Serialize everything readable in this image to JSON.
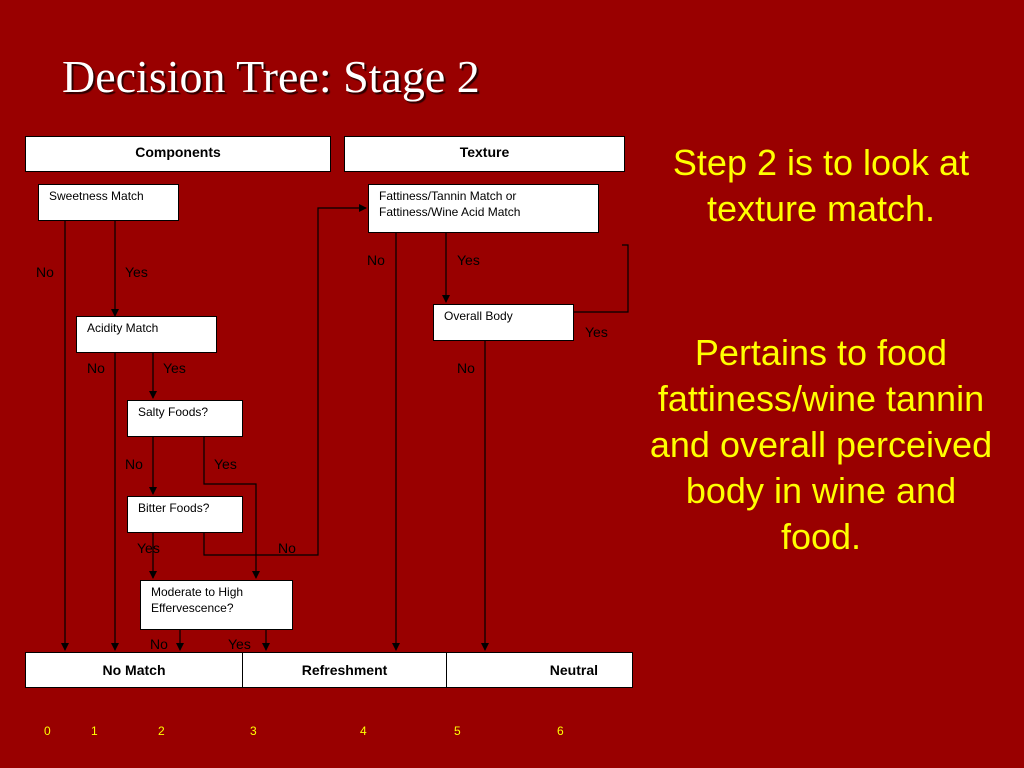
{
  "title": "Decision Tree: Stage 2",
  "headers": {
    "components": "Components",
    "texture": "Texture"
  },
  "nodes": {
    "sweetness": "Sweetness Match",
    "fattiness_line1": "Fattiness/Tannin Match or",
    "fattiness_line2": "Fattiness/Wine Acid Match",
    "acidity": "Acidity Match",
    "overall_body": "Overall Body",
    "salty": "Salty Foods?",
    "bitter": "Bitter Foods?",
    "effervescence_line1": "Moderate to High",
    "effervescence_line2": "Effervescence?"
  },
  "branch_labels": {
    "no": "No",
    "yes": "Yes"
  },
  "outcomes": {
    "no_match": "No Match",
    "refreshment": "Refreshment",
    "neutral": "Neutral"
  },
  "axis_numbers": [
    "0",
    "1",
    "2",
    "3",
    "4",
    "5",
    "6"
  ],
  "side_text": {
    "step": "Step 2 is to look at texture match.",
    "pertains": "Pertains to food fattiness/wine tannin and overall perceived body in wine and food."
  },
  "colors": {
    "background": "#990000",
    "side_text": "#ffff00",
    "title": "#ffffff"
  }
}
